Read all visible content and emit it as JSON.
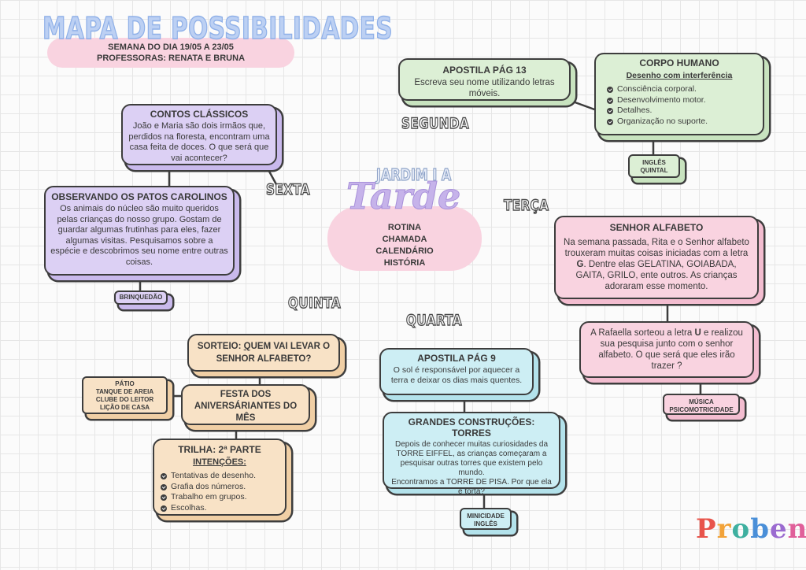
{
  "header": {
    "title": "MAPA DE POSSIBILIDADES",
    "week": "SEMANA DO DIA 19/05 A 23/05",
    "teachers": "PROFESSORAS: RENATA E BRUNA"
  },
  "center": {
    "class_name": "JARDIM I A",
    "shift": "Tarde",
    "routine": [
      "ROTINA",
      "CHAMADA",
      "CALENDÁRIO",
      "HISTÓRIA"
    ]
  },
  "segunda": {
    "day": "SEGUNDA",
    "apostila": {
      "title": "APOSTILA PÁG 13",
      "text": "Escreva seu nome utilizando letras móveis."
    },
    "corpo": {
      "title": "CORPO HUMANO",
      "subtitle": "Desenho com interferência",
      "items": [
        "Consciência corporal.",
        "Desenvolvimento motor.",
        "Detalhes.",
        "Organização no suporte."
      ]
    },
    "tag": [
      "INGLÊS",
      "QUINTAL"
    ]
  },
  "terca": {
    "day": "TERÇA",
    "alfabeto": {
      "title": "SENHOR ALFABETO",
      "text_before": "Na semana passada, Rita e o Senhor alfabeto trouxeram muitas coisas iniciadas com a letra ",
      "letter": "G",
      "text_after": ". Dentre elas GELATINA, GOIABADA, GAITA, GRILO, ente outros. As crianças adoraram esse momento."
    },
    "rafaella": {
      "text_before": "A Rafaella sorteou a letra ",
      "letter": "U",
      "text_after": " e realizou sua pesquisa junto com o senhor alfabeto. O que será que eles irão trazer ?"
    },
    "tag": [
      "MÚSICA",
      "PSICOMOTRICIDADE"
    ]
  },
  "quarta": {
    "day": "QUARTA",
    "apostila": {
      "title": "APOSTILA PÁG 9",
      "text": "O sol é responsável por aquecer a terra e deixar os dias mais quentes."
    },
    "torres": {
      "title": "GRANDES CONSTRUÇÕES: TORRES",
      "text1": "Depois de conhecer muitas curiosidades da TORRE EIFFEL, as crianças começaram a pesquisar outras torres que existem pelo mundo.",
      "text2": "Encontramos a TORRE DE PISA. Por que ela é torta?"
    },
    "tag": [
      "MINICIDADE",
      "INGLÊS"
    ]
  },
  "quinta": {
    "day": "QUINTA",
    "sorteio": {
      "prefix": "SORTEIO: ",
      "underlined": "Q",
      "rest": "UEM VAI LEVAR O SENHOR ALFABETO?"
    },
    "festa": "FESTA DOS ANIVERSÁRIANTES DO MÊS",
    "trilha": {
      "title": "TRILHA: 2ª PARTE",
      "subtitle": "INTENÇÕES:",
      "items": [
        "Tentativas de desenho.",
        "Grafia dos números.",
        "Trabalho em grupos.",
        "Escolhas."
      ]
    },
    "tag": [
      "PÁTIO",
      "TANQUE DE AREIA",
      "CLUBE DO LEITOR",
      "LIÇÃO DE CASA"
    ]
  },
  "sexta": {
    "day": "SEXTA",
    "contos": {
      "title": "CONTOS CLÁSSICOS",
      "text": "João e Maria são dois irmãos que, perdidos na floresta, encontram uma casa feita de doces. O que será que vai acontecer?"
    },
    "patos": {
      "title": "OBSERVANDO OS PATOS CAROLINOS",
      "text": "Os animais do núcleo são muito queridos pelas crianças do nosso grupo. Gostam de guardar algumas frutinhas para eles, fazer algumas visitas. Pesquisamos sobre a espécie e descobrimos seu nome entre outras coisas."
    },
    "tag": [
      "BRINQUEDÃO"
    ]
  },
  "logo": "Proben",
  "colors": {
    "purple": "#dcd0f4",
    "green": "#dcefd5",
    "pink": "#f9d3e0",
    "peach": "#f8e2c6",
    "blue": "#cdeef4"
  }
}
